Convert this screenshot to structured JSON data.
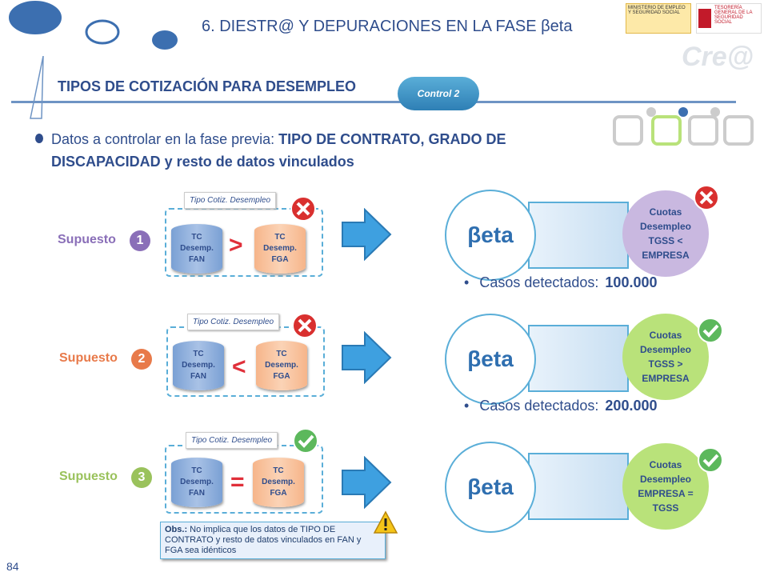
{
  "header": {
    "title": "6. DIESTR@ Y DEPURACIONES EN LA FASE βeta",
    "subtitle": "TIPOS DE COTIZACIÓN PARA DESEMPLEO",
    "control_badge": "Control 2",
    "logo_ministry_text": "MINISTERIO DE EMPLEO Y SEGURIDAD SOCIAL",
    "logo_tgss_text": "TESORERÍA GENERAL DE LA SEGURIDAD SOCIAL",
    "crea_logo": "Cre@"
  },
  "lead": {
    "prefix": "Datos a controlar en la fase previa: ",
    "bold": "TIPO DE CONTRATO, GRADO DE DISCAPACIDAD y resto de datos vinculados"
  },
  "cases": [
    {
      "supuesto_label": "Supuesto",
      "number": "1",
      "color": "#8a6fb8",
      "tag": "Tipo Cotiz. Desempleo",
      "left_cyl": "TC\nDesemp.\nFAN",
      "right_cyl": "TC\nDesemp.\nFGA",
      "operator": ">",
      "status_icon": "red-x-icon",
      "beta": "βeta",
      "result": "Cuotas\nDesempleo\nTGSS <\nEMPRESA",
      "result_color": "#c9b8e0",
      "result_icon": "red-x-icon",
      "detected_label": "Casos detectados:",
      "detected_value": "100.000"
    },
    {
      "supuesto_label": "Supuesto",
      "number": "2",
      "color": "#e87a4a",
      "tag": "Tipo Cotiz. Desempleo",
      "left_cyl": "TC\nDesemp.\nFAN",
      "right_cyl": "TC\nDesemp.\nFGA",
      "operator": "<",
      "status_icon": "red-x-icon",
      "beta": "βeta",
      "result": "Cuotas\nDesempleo\nTGSS >\nEMPRESA",
      "result_color": "#b9e27a",
      "result_icon": "green-check-icon",
      "detected_label": "Casos detectados:",
      "detected_value": "200.000"
    },
    {
      "supuesto_label": "Supuesto",
      "number": "3",
      "color": "#9ac25c",
      "tag": "Tipo Cotiz. Desempleo",
      "left_cyl": "TC\nDesemp.\nFAN",
      "right_cyl": "TC\nDesemp.\nFGA",
      "operator": "=",
      "status_icon": "green-check-icon",
      "beta": "βeta",
      "result": "Cuotas\nDesempleo\nEMPRESA =\nTGSS",
      "result_color": "#b9e27a",
      "result_icon": "green-check-icon",
      "detected_label": "",
      "detected_value": ""
    }
  ],
  "obs": {
    "label": "Obs.:",
    "text": " No implica que los datos de TIPO DE CONTRATO y resto de datos vinculados en FAN y FGA sea idénticos"
  },
  "page_number": "84"
}
